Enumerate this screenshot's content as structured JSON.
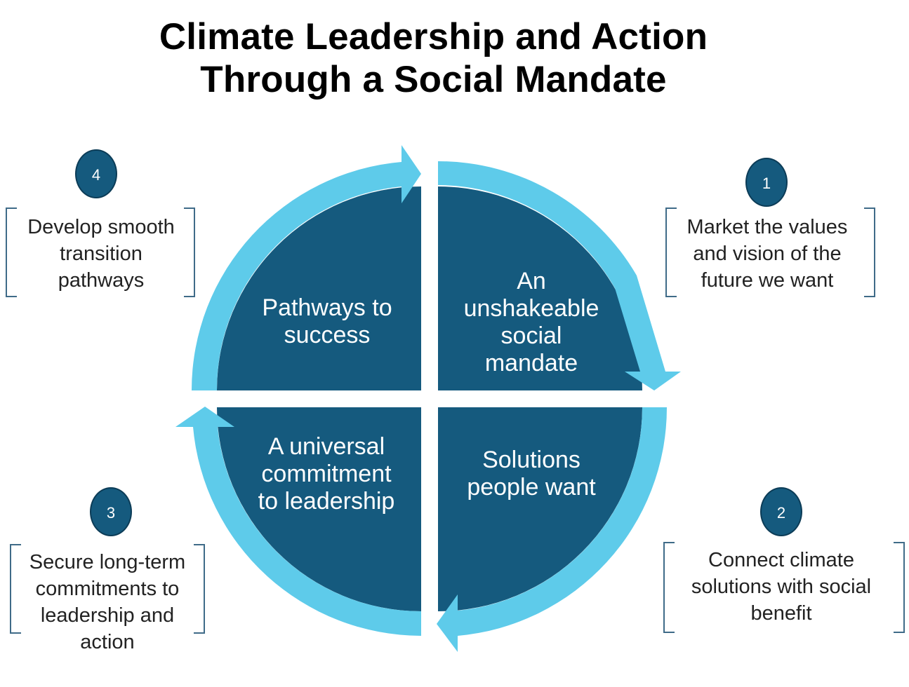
{
  "title": {
    "line1": "Climate Leadership and Action",
    "line2": "Through a Social Mandate"
  },
  "quadrants": {
    "top_right": [
      "An",
      "unshakeable",
      "social",
      "mandate"
    ],
    "bottom_right": [
      "Solutions",
      "people want"
    ],
    "bottom_left": [
      "A universal",
      "commitment",
      "to leadership"
    ],
    "top_left": [
      "Pathways to",
      "success"
    ]
  },
  "steps": [
    {
      "number": "1",
      "lines": [
        "Market the values",
        "and vision of the",
        "future we want"
      ]
    },
    {
      "number": "2",
      "lines": [
        "Connect climate",
        "solutions with social",
        "benefit"
      ]
    },
    {
      "number": "3",
      "lines": [
        "Secure long-term",
        "commitments to",
        "leadership and",
        "action"
      ]
    },
    {
      "number": "4",
      "lines": [
        "Develop smooth",
        "transition",
        "pathways"
      ]
    }
  ],
  "colors": {
    "quadrant_fill": "#155a7e",
    "arrow_fill": "#5ecbea",
    "badge_fill": "#155a7e"
  }
}
